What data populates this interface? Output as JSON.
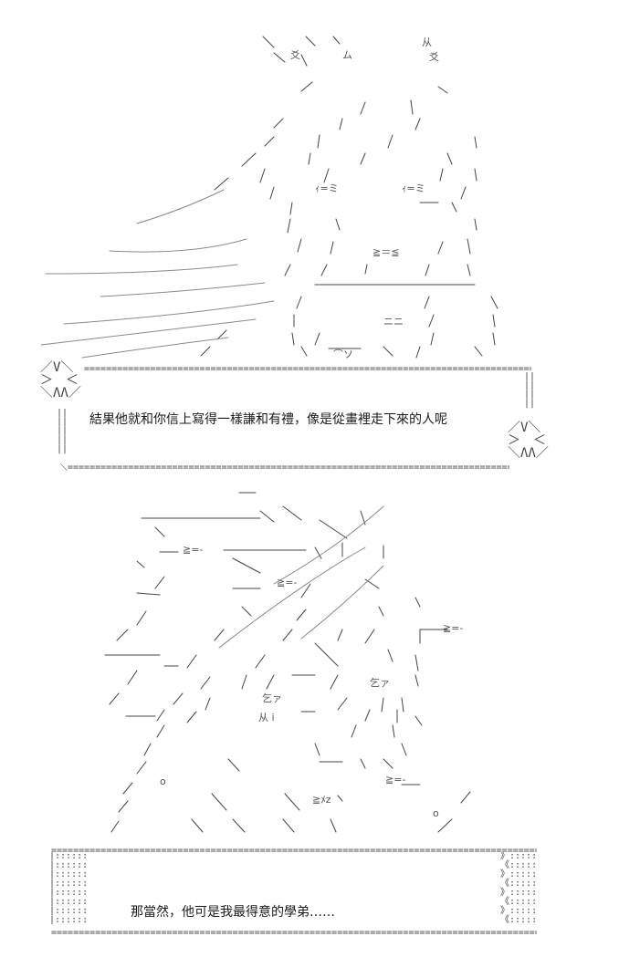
{
  "panels": [
    {
      "dialog": "結果他就和你信上寫得一樣謙和有禮，像是從畫裡走下來的人呢"
    },
    {
      "dialog": "那當然，他可是我最得意的學弟……"
    }
  ],
  "art_glyphs_top": [
    "爻",
    "ム",
    "从",
    "爻",
    "≧＝≦",
    "ｨ=ミ",
    "ｨ=ミ",
    "ニニ",
    "⌒ソ"
  ],
  "art_glyphs_bottom": [
    "≧=-",
    "≧=-",
    "≧=-",
    "乞ァ",
    "从 i",
    "乞ァ",
    "≧=-",
    "≧ﾒz",
    "o",
    "o"
  ]
}
